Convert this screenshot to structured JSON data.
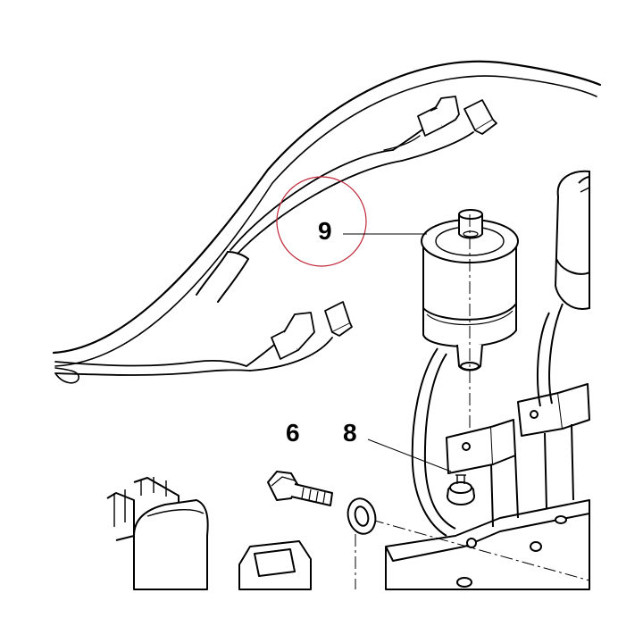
{
  "diagram": {
    "callouts": [
      {
        "id": "9",
        "label": "9"
      },
      {
        "id": "6",
        "label": "6"
      },
      {
        "id": "8",
        "label": "8"
      }
    ],
    "colors": {
      "line": "#000000",
      "background": "#ffffff",
      "highlight_circle": "#c0283a"
    }
  }
}
